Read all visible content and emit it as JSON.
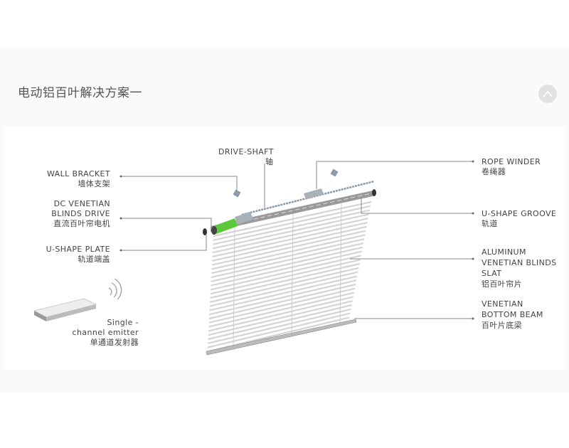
{
  "header": {
    "title": "电动铝百叶解决方案一",
    "back_to_top_icon": "chevron-up-icon"
  },
  "diagram": {
    "labels": {
      "drive_shaft": {
        "en": "DRIVE-SHAFT",
        "cn": "轴"
      },
      "wall_bracket": {
        "en": "WALL BRACKET",
        "cn": "墙体支架"
      },
      "dc_drive": {
        "en1": "DC VENETIAN",
        "en2": "BLINDS DRIVE",
        "cn": "直流百叶帘电机"
      },
      "u_plate": {
        "en": "U-SHAPE PLATE",
        "cn": "轨道端盖"
      },
      "rope_winder": {
        "en": "ROPE WINDER",
        "cn": "卷绳器"
      },
      "u_groove": {
        "en": "U-SHAPE GROOVE",
        "cn": "轨道"
      },
      "slat": {
        "en1": "ALUMINUM",
        "en2": "VENETIAN BLINDS",
        "en3": "SLAT",
        "cn": "铝百叶帘片"
      },
      "bottom_beam": {
        "en1": "VENETIAN",
        "en2": "BOTTOM BEAM",
        "cn": "百叶片底梁"
      },
      "emitter": {
        "en1": "Single -",
        "en2": "channel emitter",
        "cn": "单通道发射器"
      }
    },
    "colors": {
      "motor": "#5cc93a",
      "rail": "#9a9a9a",
      "line": "#888888"
    }
  }
}
